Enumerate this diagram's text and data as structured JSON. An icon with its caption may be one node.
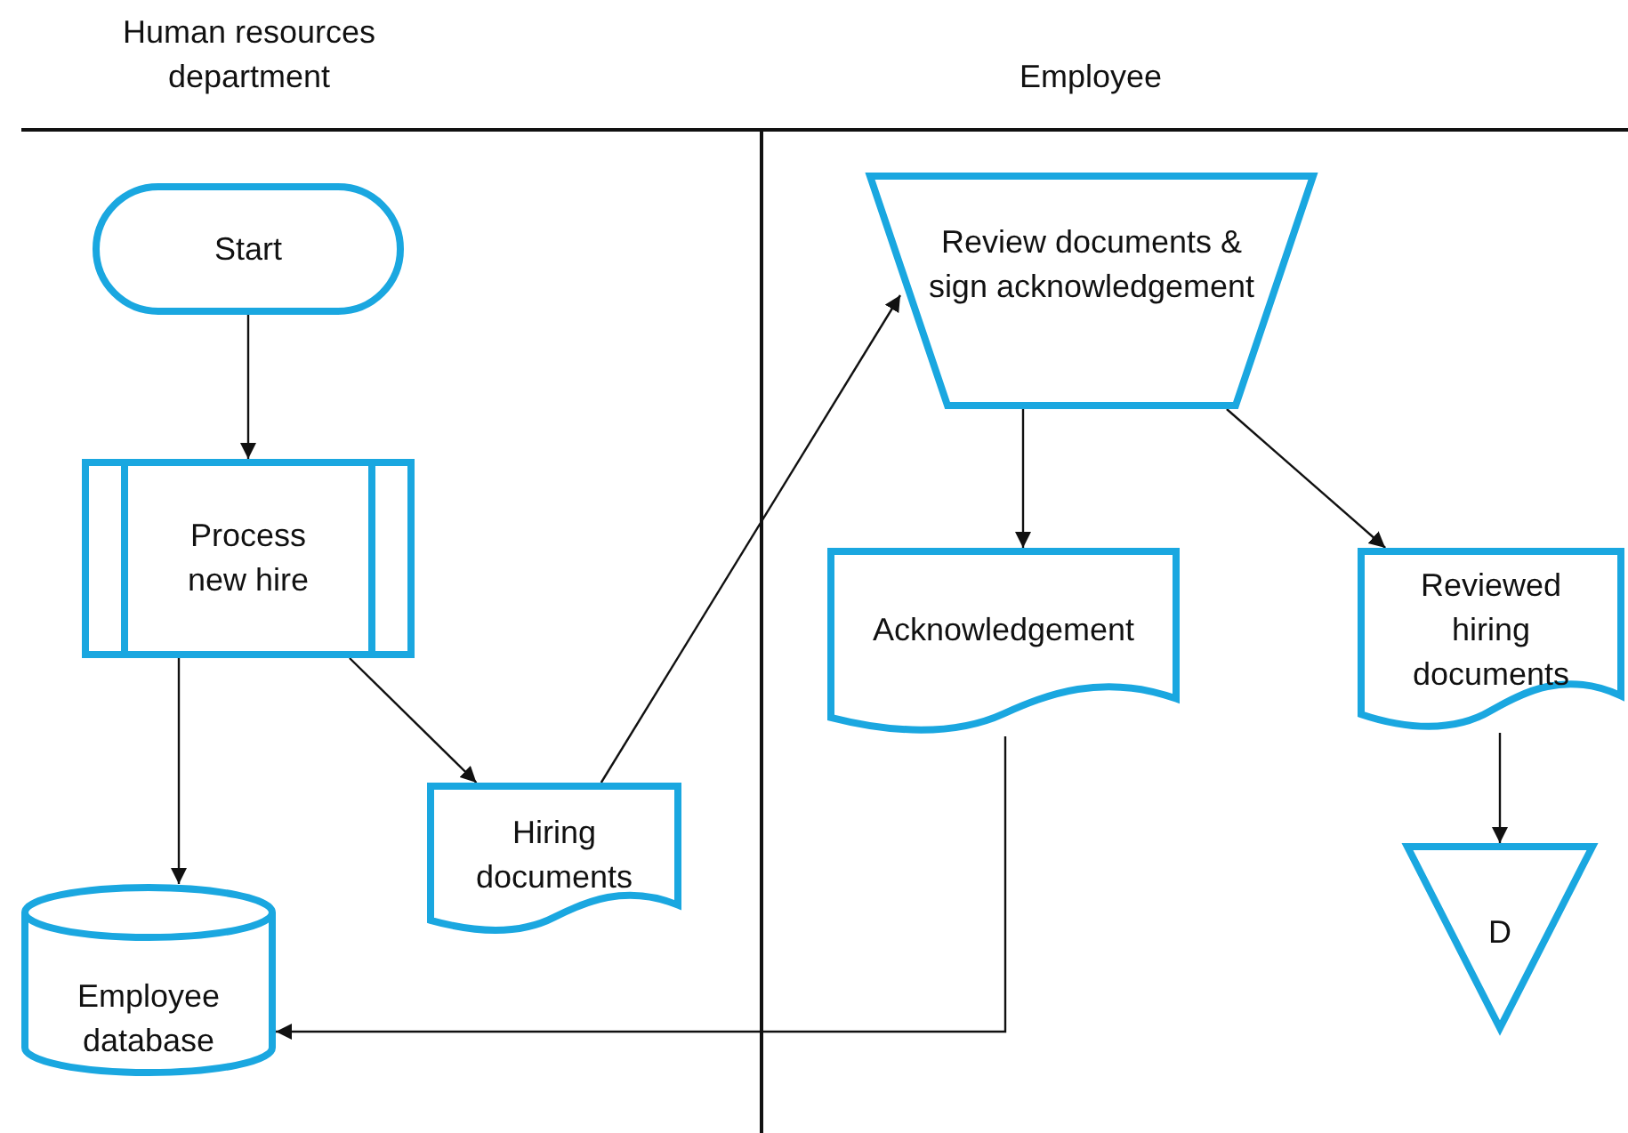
{
  "diagram": {
    "nodes": [
      {
        "text": [
          "Start"
        ]
      },
      {
        "text": [
          "Process new hire"
        ]
      },
      {
        "text": [
          "Hiring documents"
        ]
      },
      {
        "text": [
          "Employee database"
        ]
      },
      {
        "text": [
          "Review documents & sign acknowledgement"
        ]
      },
      {
        "text": [
          "Acknowledgement"
        ]
      },
      {
        "text": [
          "Reviewed hiring documents"
        ]
      },
      {
        "text": [
          "D"
        ]
      }
    ],
    "edges": [
      {
        "from": 0,
        "to": 1,
        "arrow": "to"
      },
      {
        "from": 1,
        "to": 3,
        "arrow": "to"
      },
      {
        "from": 1,
        "to": 2,
        "arrow": "to"
      },
      {
        "from": 2,
        "to": 4,
        "arrow": "to"
      },
      {
        "from": 4,
        "to": 5,
        "arrow": "to"
      },
      {
        "from": 4,
        "to": 6,
        "arrow": "to"
      },
      {
        "from": 6,
        "to": 7,
        "arrow": "to"
      },
      {
        "from": 5,
        "to": 3,
        "arrow": "to"
      }
    ],
    "labels": [
      "Human resources department",
      "Employee"
    ]
  }
}
